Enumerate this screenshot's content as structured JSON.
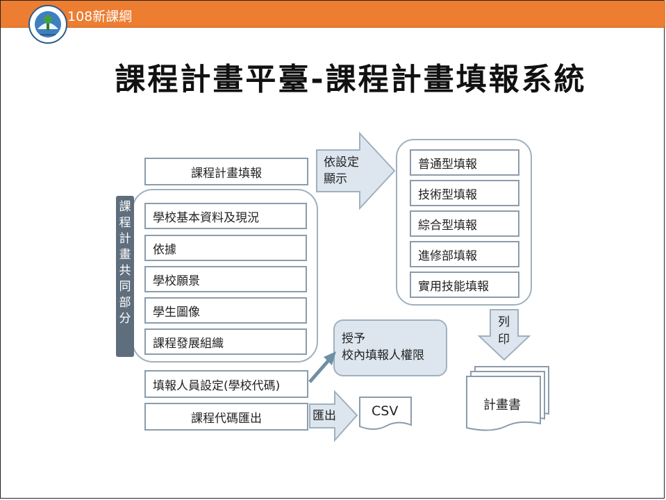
{
  "header": {
    "label": "108新課綱"
  },
  "title": "課程計畫平臺-課程計畫填報系統",
  "diagram": {
    "top_box": "課程計畫填報",
    "side_label": "課\n程\n計\n畫\n共\n同\n部\n分",
    "common_items": [
      "學校基本資料及現況",
      "依據",
      "學校願景",
      "學生圖像",
      "課程發展組織"
    ],
    "staff_setting": "填報人員設定(學校代碼)",
    "export_box": "課程代碼匯出",
    "arrow_settings": "依設定\n顯示",
    "arrow_export": "匯出",
    "csv": "CSV",
    "report_types": [
      "普通型填報",
      "技術型填報",
      "綜合型填報",
      "進修部填報",
      "實用技能填報"
    ],
    "arrow_print": "列\n印",
    "callout": "授予\n校內填報人權限",
    "output_doc": "計畫書"
  },
  "colors": {
    "header_bar": "#ED7D31",
    "arrow_fill": "#dde6ef",
    "side_bar": "#5f6e7c",
    "outline": "#8a9bab"
  }
}
